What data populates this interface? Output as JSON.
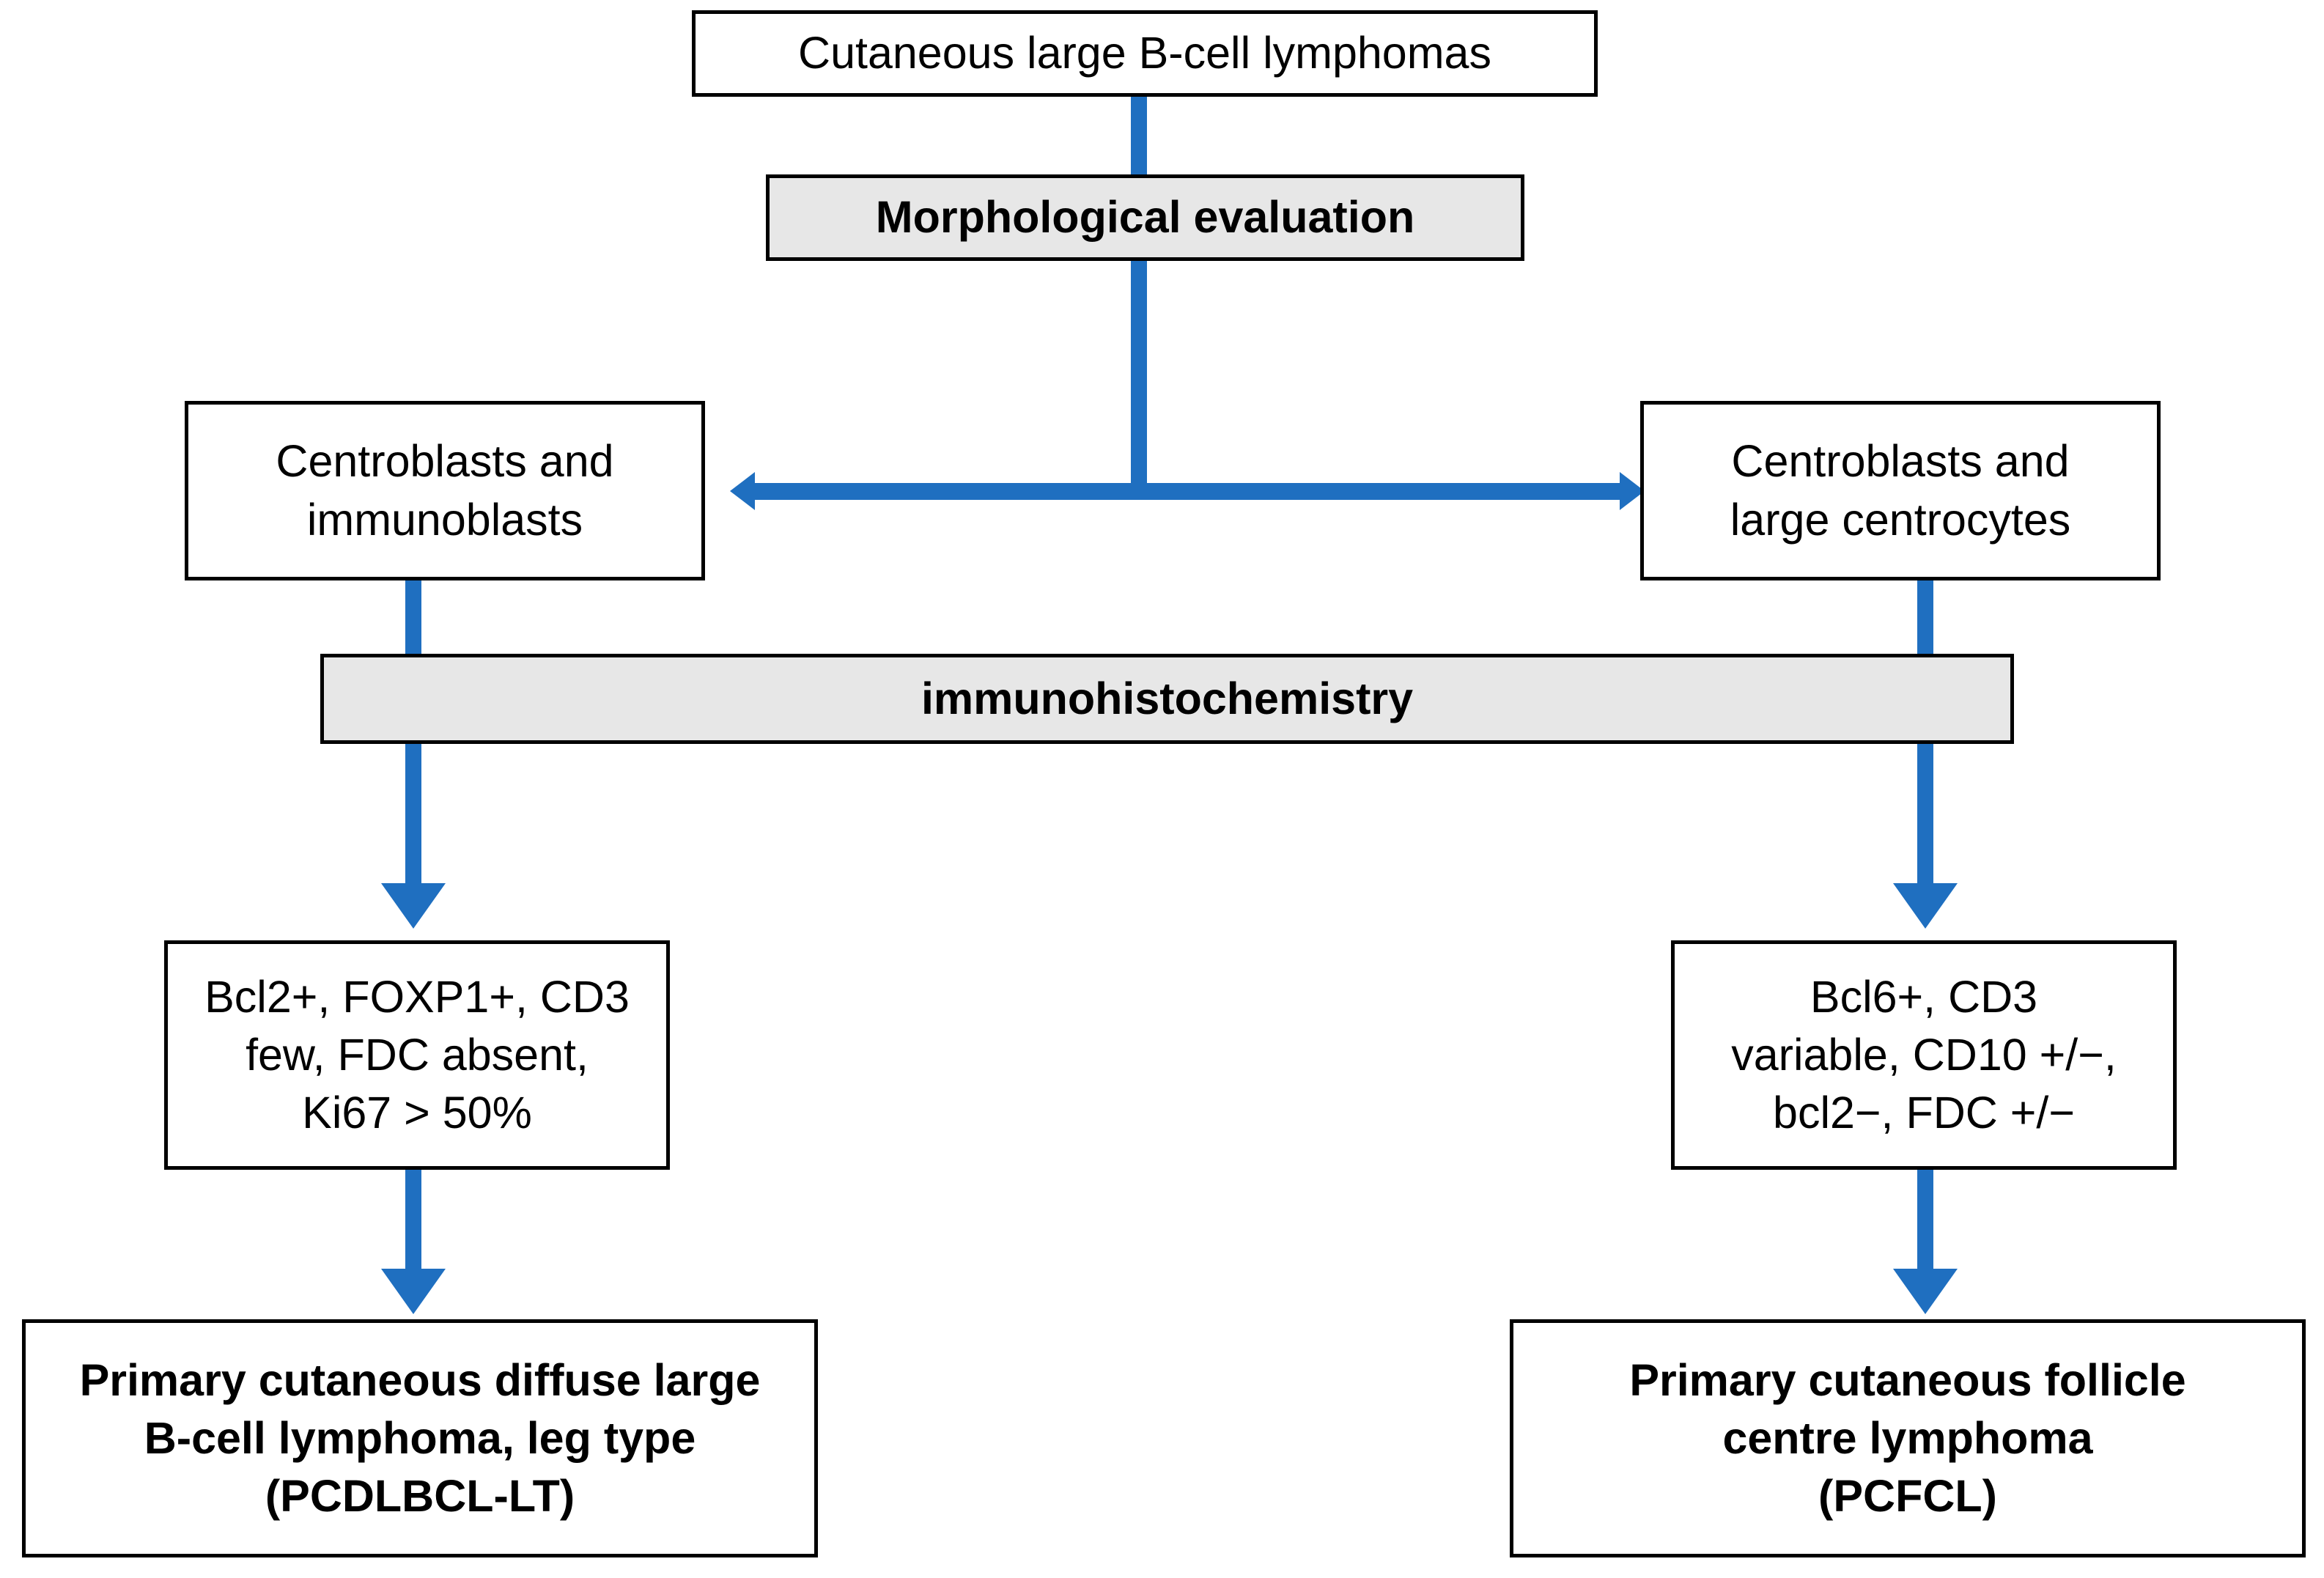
{
  "diagram": {
    "title": "Cutaneous large B-cell lymphomas diagnostic algorithm",
    "colors": {
      "connector_blue": "#1F6FC0",
      "process_fill": "#E7E7E7",
      "node_border": "#000000",
      "node_fill": "#FFFFFF",
      "background": "#FFFFFF",
      "text": "#000000"
    },
    "nodes": {
      "root": {
        "label": "Cutaneous large B-cell lymphomas",
        "kind": "terminal"
      },
      "step_morphology": {
        "label": "Morphological evaluation",
        "kind": "process"
      },
      "branch_left": {
        "label": "Centroblasts and\nimmunoblasts",
        "kind": "terminal"
      },
      "branch_right": {
        "label": "Centroblasts and\nlarge centrocytes",
        "kind": "terminal"
      },
      "step_ihc": {
        "label": "immunohistochemistry",
        "kind": "process"
      },
      "phenotype_left": {
        "label": "Bcl2+, FOXP1+, CD3\nfew, FDC absent,\nKi67 > 50%",
        "kind": "terminal"
      },
      "phenotype_right": {
        "label": "Bcl6+, CD3\nvariable, CD10 +/−,\nbcl2−, FDC +/−",
        "kind": "terminal"
      },
      "diagnosis_left": {
        "label": "Primary cutaneous diffuse large\nB-cell lymphoma, leg type\n(PCDLBCL-LT)",
        "kind": "outcome"
      },
      "diagnosis_right": {
        "label": "Primary cutaneous follicle\ncentre lymphoma\n(PCFCL)",
        "kind": "outcome"
      }
    },
    "connectors": [
      {
        "name": "root-to-morphology",
        "type": "line",
        "direction": "down"
      },
      {
        "name": "morphology-to-split",
        "type": "line",
        "direction": "down"
      },
      {
        "name": "split-bidirectional",
        "type": "double-arrow",
        "direction": "horizontal"
      },
      {
        "name": "branch-left-to-ihc",
        "type": "line",
        "direction": "down"
      },
      {
        "name": "branch-right-to-ihc",
        "type": "line",
        "direction": "down"
      },
      {
        "name": "ihc-to-phenotype-left",
        "type": "arrow",
        "direction": "down"
      },
      {
        "name": "ihc-to-phenotype-right",
        "type": "arrow",
        "direction": "down"
      },
      {
        "name": "phenotype-left-to-diagnosis-left",
        "type": "arrow",
        "direction": "down"
      },
      {
        "name": "phenotype-right-to-diagnosis-right",
        "type": "arrow",
        "direction": "down"
      }
    ]
  }
}
